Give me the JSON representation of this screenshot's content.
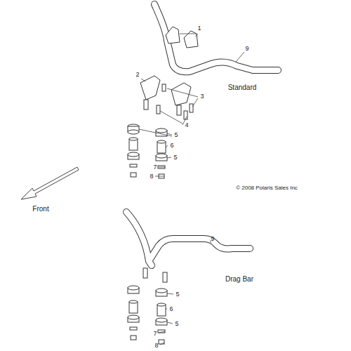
{
  "diagram": {
    "labels": [
      "1",
      "9",
      "2",
      "3",
      "4",
      "Standard",
      "5",
      "6",
      "5",
      "7",
      "8",
      "© 2008 Polaris Sales Inc",
      "Front",
      "9",
      "Drag Bar",
      "5",
      "6",
      "5",
      "7",
      "8"
    ]
  }
}
